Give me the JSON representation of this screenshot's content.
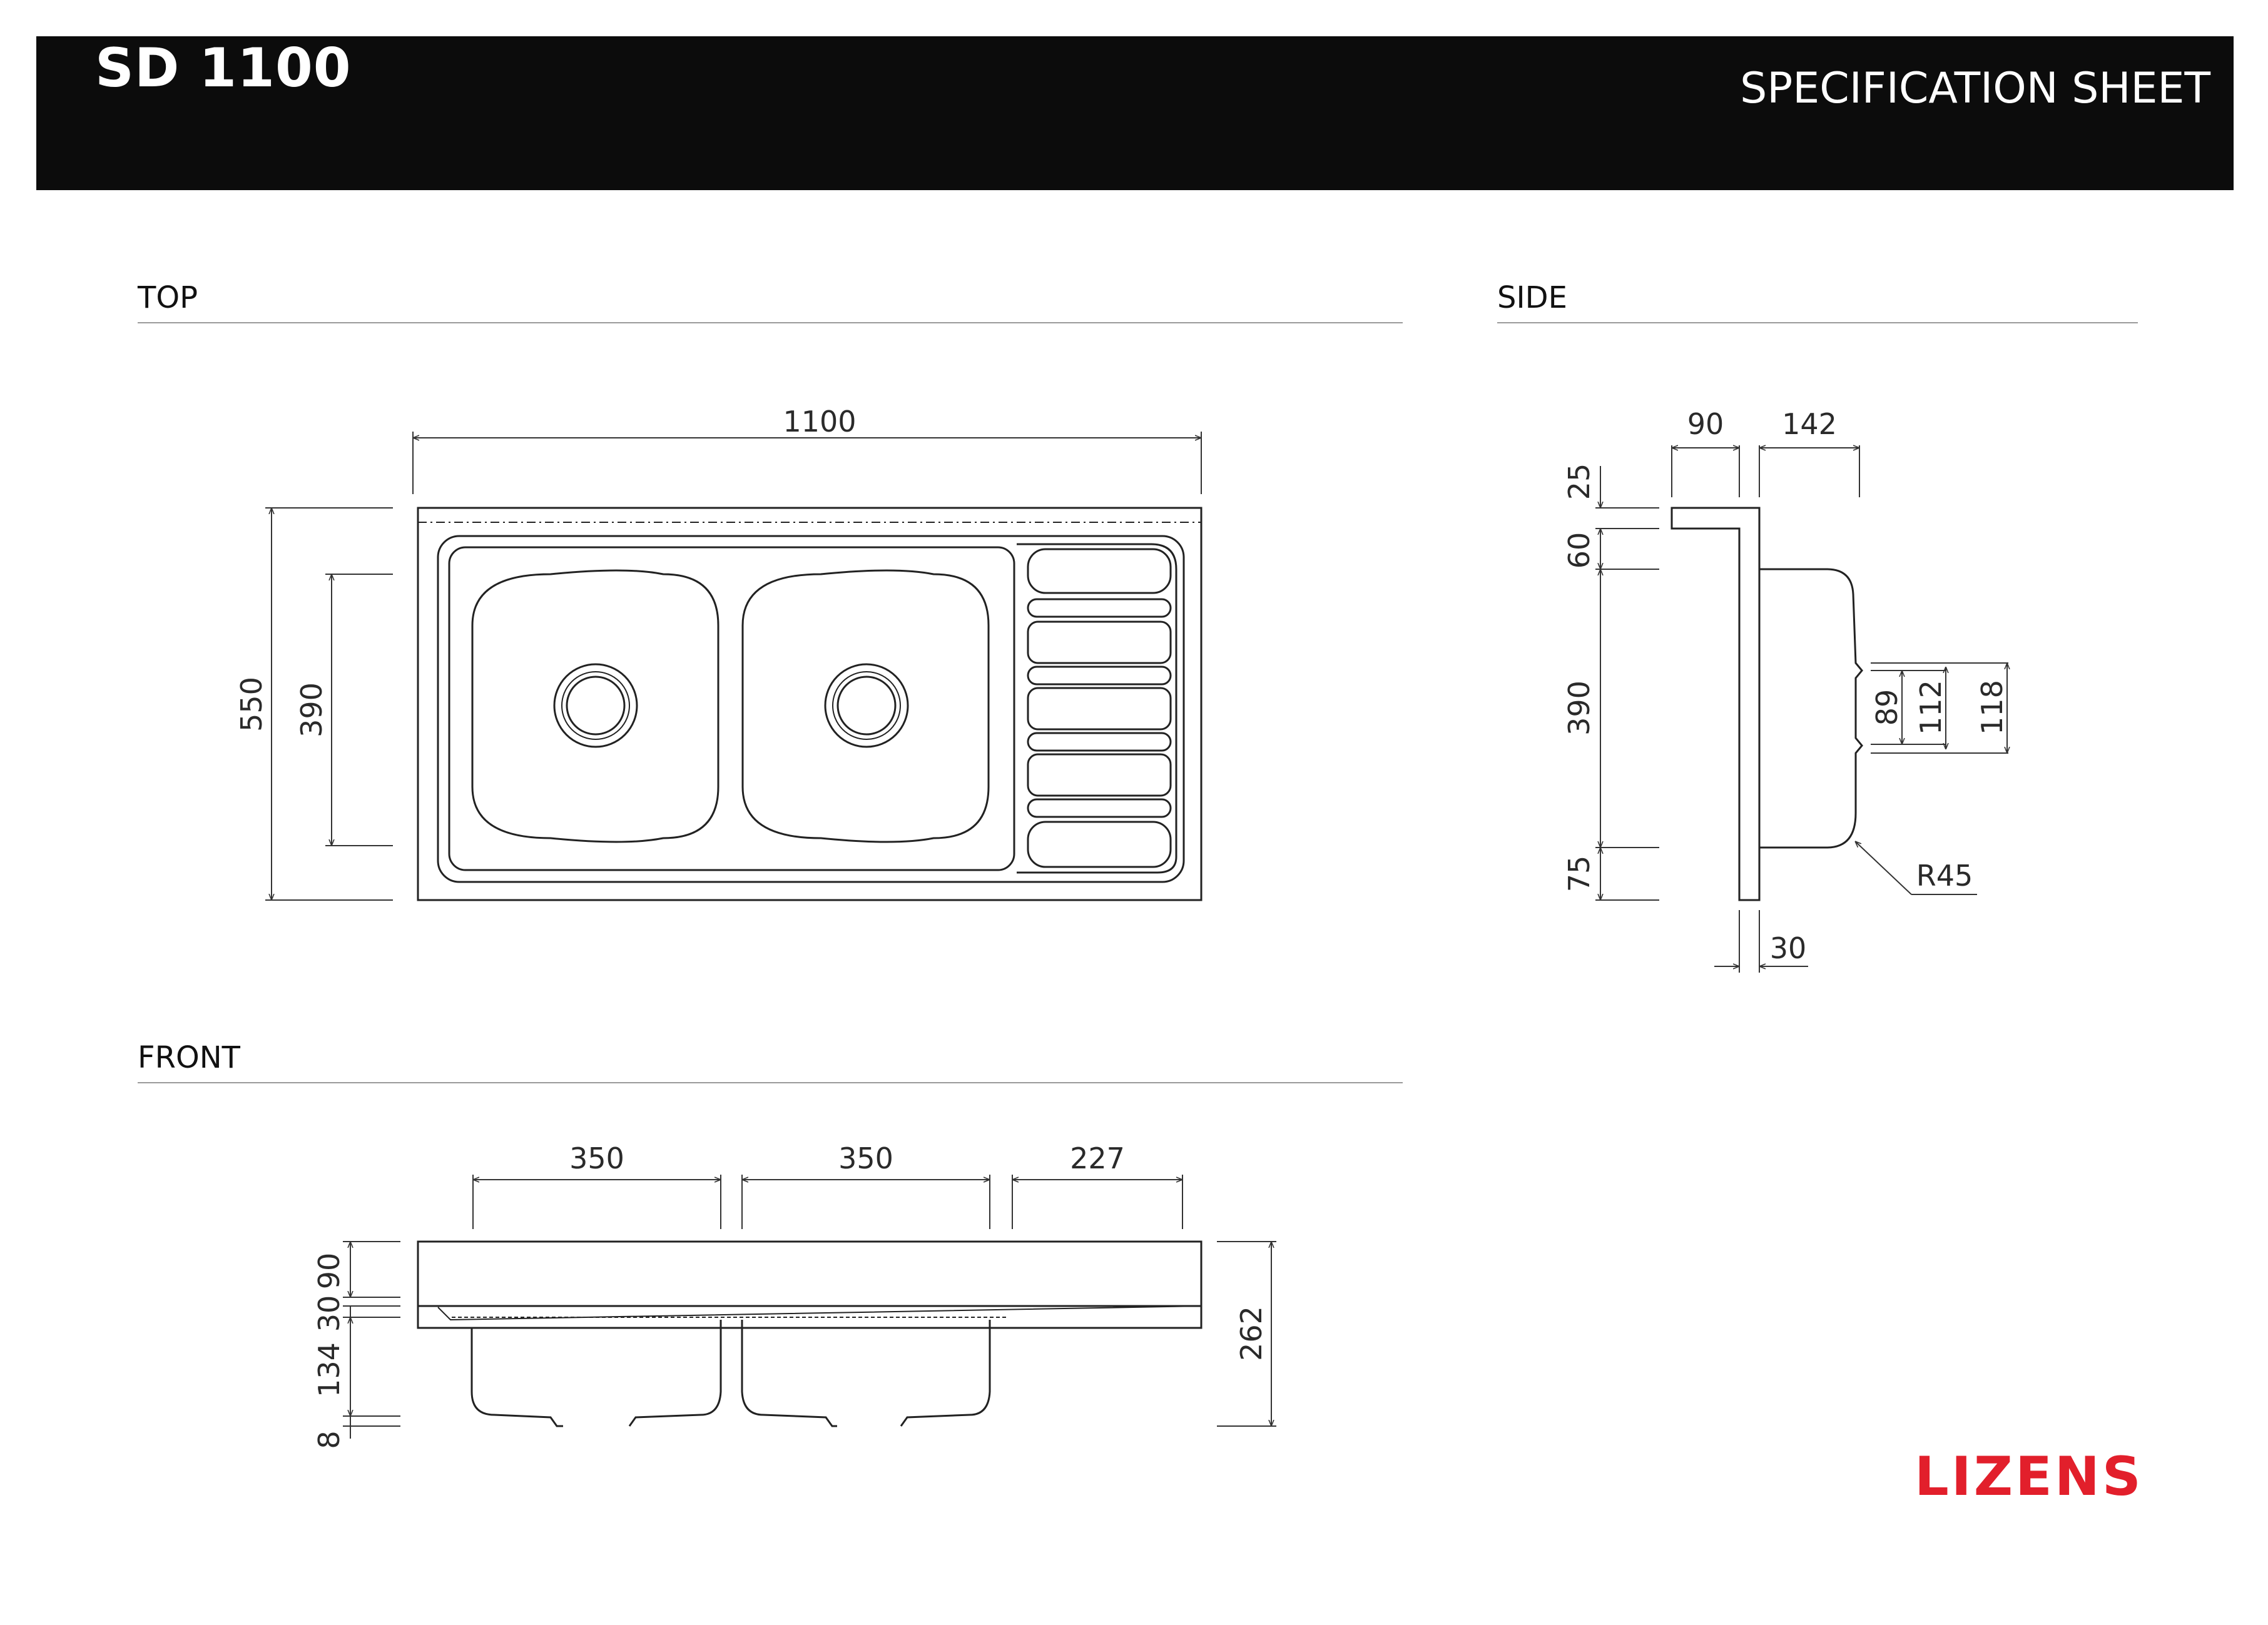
{
  "header": {
    "title": "SD 1100",
    "subtitle": "SPECIFICATION SHEET"
  },
  "sections": {
    "top": "TOP",
    "side": "SIDE",
    "front": "FRONT"
  },
  "dimensions": {
    "top": {
      "overall_width": "1100",
      "overall_depth": "550",
      "bowl_depth": "390"
    },
    "side": {
      "rim_width": "90",
      "bowl_offset": "142",
      "top_edge": "25",
      "upper_gap": "60",
      "bowl_height": "390",
      "lower_gap": "75",
      "drain_a": "89",
      "drain_b": "112",
      "drain_c": "118",
      "corner_radius": "R45",
      "thickness": "30"
    },
    "front": {
      "bowl_1_width": "350",
      "bowl_2_width": "350",
      "drainer_width": "227",
      "rim_height": "90",
      "deck_thickness": "30",
      "bowl_depth": "134",
      "foot_height": "8",
      "total_height": "262"
    }
  },
  "brand": {
    "logo_text": "LIZENS",
    "color": "#e21f2b"
  }
}
